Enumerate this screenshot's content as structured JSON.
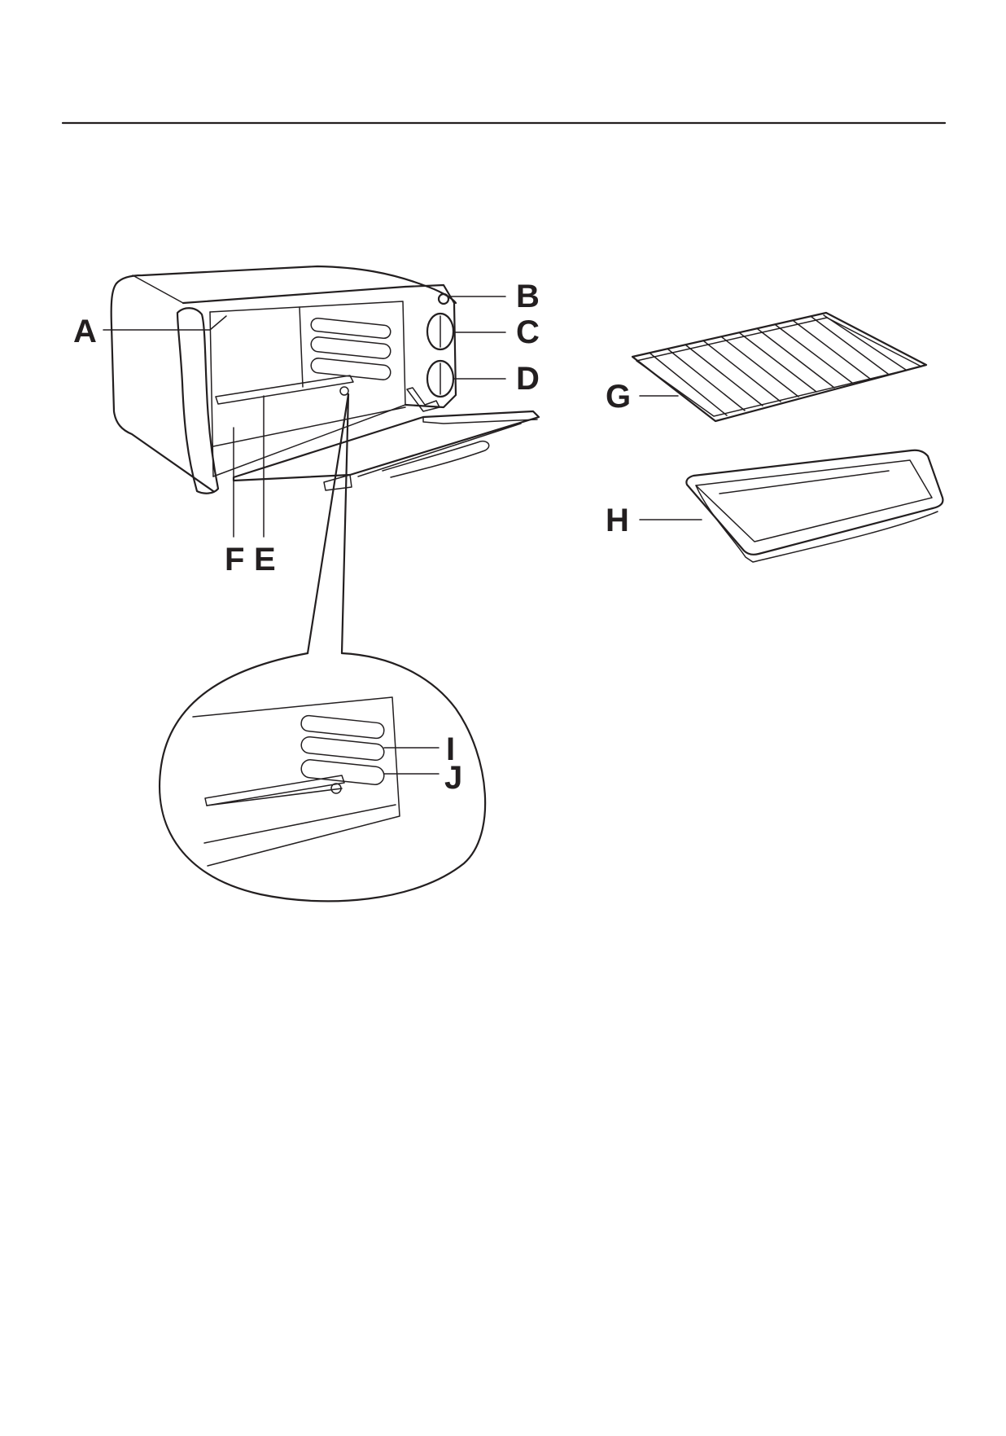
{
  "labels": {
    "a": "A",
    "b": "B",
    "c": "C",
    "d": "D",
    "e": "E",
    "f": "F",
    "g": "G",
    "h": "H",
    "i": "I",
    "j": "J"
  },
  "colors": {
    "ink": "#231f20",
    "background": "#ffffff"
  }
}
